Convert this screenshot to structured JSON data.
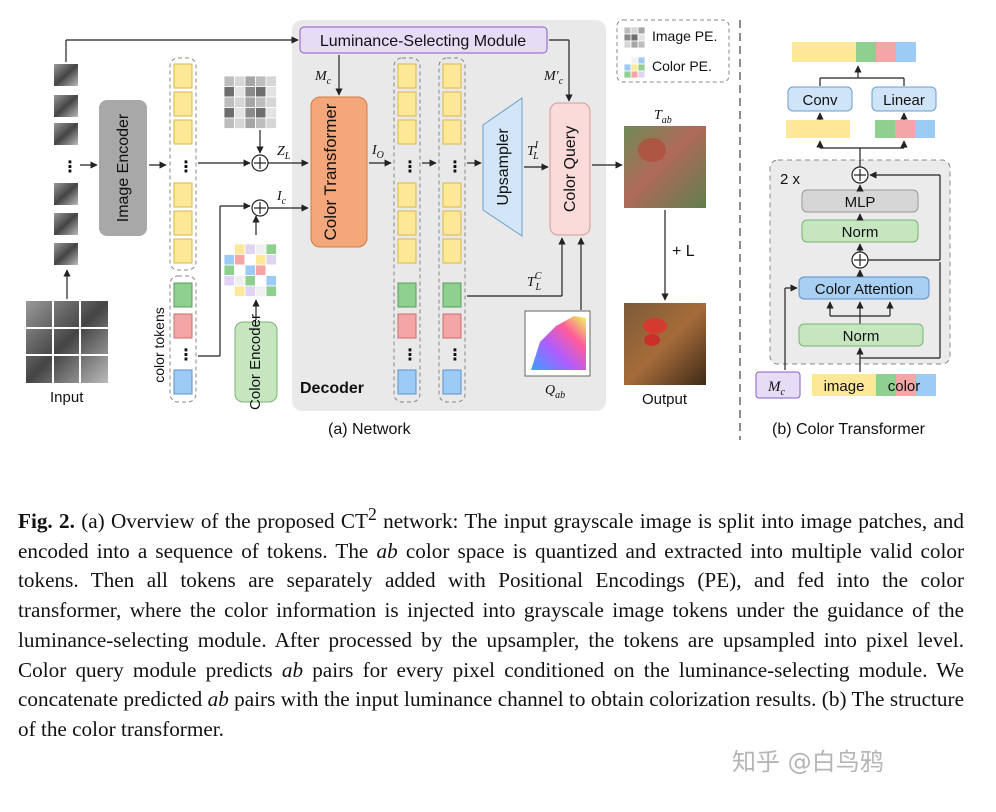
{
  "figure": {
    "input_label": "Input",
    "image_encoder": "Image Encoder",
    "color_tokens_label": "color tokens",
    "color_encoder": "Color Encoder",
    "lsm": "Luminance-Selecting Module",
    "color_transformer": "Color Transformer",
    "decoder": "Decoder",
    "upsampler": "Upsampler",
    "color_query": "Color Query",
    "legend": {
      "image_pe": "Image PE.",
      "color_pe": "Color PE."
    },
    "math": {
      "mc": "M",
      "mc_sub": "c",
      "mc_prime": "M′",
      "mc_prime_sub": "c",
      "zl": "Z",
      "zl_sub": "L",
      "ic": "I",
      "ic_sub": "c",
      "io": "I",
      "io_sub": "O",
      "tli": "T",
      "tli_sub": "L",
      "tli_sup": "I",
      "tlc": "T",
      "tlc_sub": "L",
      "tlc_sup": "C",
      "tab": "T",
      "tab_sub": "ab",
      "qab": "Q",
      "qab_sub": "ab"
    },
    "plus_l": "+ L",
    "output_label": "Output",
    "network_caption": "(a) Network",
    "b": {
      "repeat": "2 x",
      "mlp": "MLP",
      "norm": "Norm",
      "color_attention": "Color Attention",
      "conv": "Conv",
      "linear": "Linear",
      "input_image": "image",
      "input_color": "color",
      "mc": "M",
      "mc_sub": "c",
      "caption": "(b) Color Transformer"
    }
  },
  "caption": {
    "fig_label": "Fig. 2.",
    "part1": "(a) Overview of the proposed CT",
    "sup": "2",
    "part2": " network: The input grayscale image is split into image patches, and encoded into a sequence of tokens. The ",
    "ab1": "ab",
    "part3": " color space is quantized and extracted into multiple valid color tokens. Then all tokens are separately added with Positional Encodings (PE), and fed into the color transformer, where the color information is injected into grayscale image tokens under the guidance of the luminance-selecting module. After processed by the upsampler, the tokens are upsampled into pixel level. Color query module predicts ",
    "ab2": "ab",
    "part4": " pairs for every pixel conditioned on the luminance-selecting module. We concatenate predicted ",
    "ab3": "ab",
    "part5": " pairs with the input luminance channel to obtain colorization results. (b) The structure of the color transformer."
  },
  "watermark": "知乎 @白鸟鸦",
  "colors": {
    "token_yellow": "#fde898",
    "token_green": "#8fcf8f",
    "token_red": "#f4a6a6",
    "token_blue": "#9ccbf6",
    "lsm_fill": "#e6dcf6",
    "lsm_stroke": "#8a5cc6",
    "transformer_fill": "#f4a77a",
    "encoder_gray": "#a8a8a8",
    "color_encoder_green": "#c6e6c0",
    "upsampler_blue": "#d2e6f8",
    "query_pink": "#fbdada",
    "decoder_bg": "#e9e9e9",
    "conv_blue": "#cfe4f8",
    "attention_blue": "#a9d0f2"
  }
}
